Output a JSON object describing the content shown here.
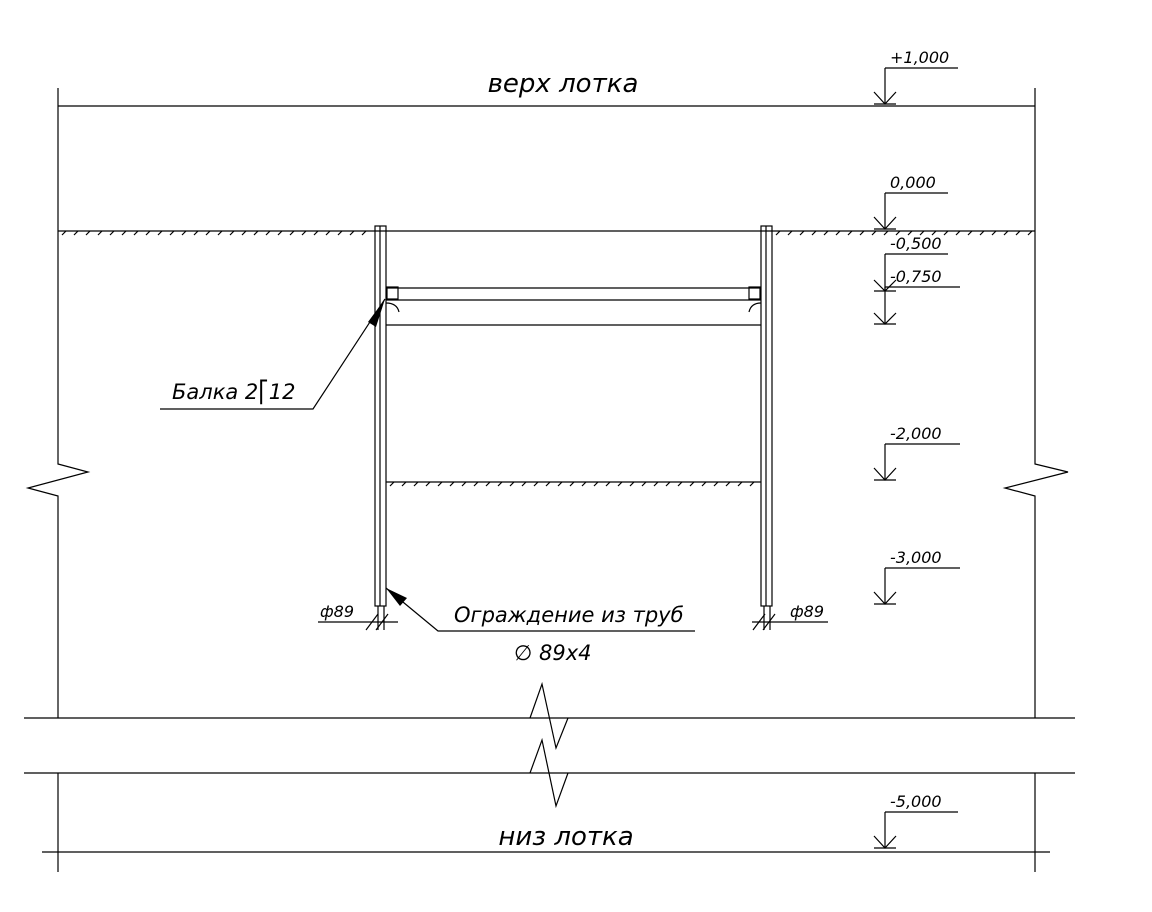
{
  "labels": {
    "top_label": "верх лотка",
    "bottom_label": "низ лотка",
    "beam_label": "Балка 2⎡12",
    "fence_label": "Ограждение из труб",
    "fence_size": "∅ 89х4",
    "pipe_left": "ф89",
    "pipe_right": "ф89"
  },
  "elevations": {
    "e1": "+1,000",
    "e2": "0,000",
    "e3": "-0,500",
    "e4": "-0,750",
    "e5": "-2,000",
    "e6": "-3,000",
    "e7": "-5,000"
  }
}
